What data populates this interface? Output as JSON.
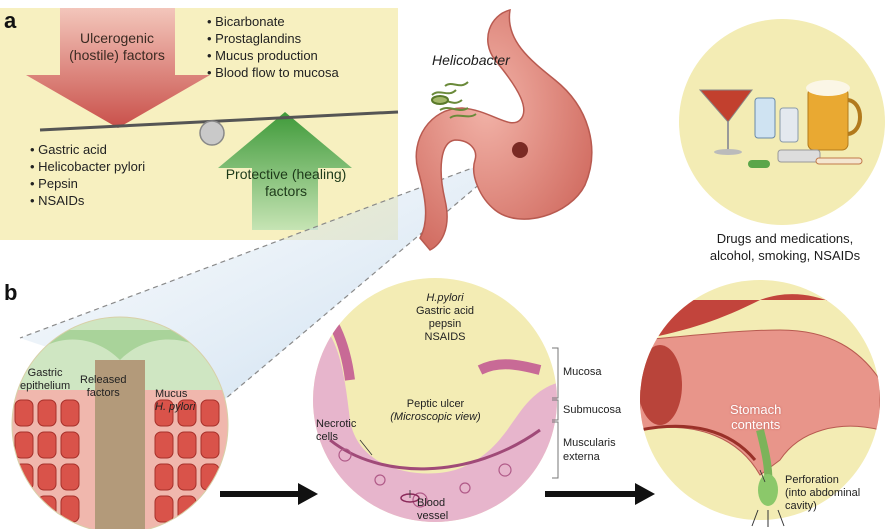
{
  "panel_a": {
    "letter": "a",
    "ulcerogenic_label_line1": "Ulcerogenic",
    "ulcerogenic_label_line2": "(hostile) factors",
    "protective_label_line1": "Protective (healing)",
    "protective_label_line2": "factors",
    "protective_items": [
      "• Bicarbonate",
      "• Prostaglandins",
      "• Mucus production",
      "• Blood flow to mucosa"
    ],
    "hostile_items": [
      "• Gastric acid",
      "• Helicobacter pylori",
      "• Pepsin",
      "• NSAIDs"
    ],
    "helicobacter_label": "Helicobacter",
    "drugs_caption_line1": "Drugs and medications,",
    "drugs_caption_line2": "alcohol, smoking, NSAIDs"
  },
  "panel_b": {
    "letter": "b",
    "left_circle": {
      "gastric_epithelium_line1": "Gastric",
      "gastric_epithelium_line2": "epithelium",
      "released_factors_line1": "Released",
      "released_factors_line2": "factors",
      "mucus": "Mucus",
      "h_pylori": "H. pylori"
    },
    "middle_circle": {
      "top_italic": "H.pylori",
      "top_line2": "Gastric acid",
      "top_line3": "pepsin",
      "top_line4": "NSAIDS",
      "peptic_ulcer": "Peptic ulcer",
      "microscopic_view": "(Microscopic view)",
      "necrotic_line1": "Necrotic",
      "necrotic_line2": "cells",
      "blood_line1": "Blood",
      "blood_line2": "vessel",
      "layers": [
        "Mucosa",
        "Submucosa",
        "Muscularis",
        "externa"
      ]
    },
    "right_circle": {
      "stomach_line1": "Stomach",
      "stomach_line2": "contents",
      "perforation_line1": "Perforation",
      "perforation_line2": "(into abdominal",
      "perforation_line3": "cavity)"
    }
  },
  "colors": {
    "panel_a_bg": "#f7f0c0",
    "red_arrow": "#d9776a",
    "green_arrow": "#5aa64a",
    "circle_bg": "#f3ecb4",
    "stomach": "#e8958a",
    "tissue_pink": "#c86a96"
  }
}
